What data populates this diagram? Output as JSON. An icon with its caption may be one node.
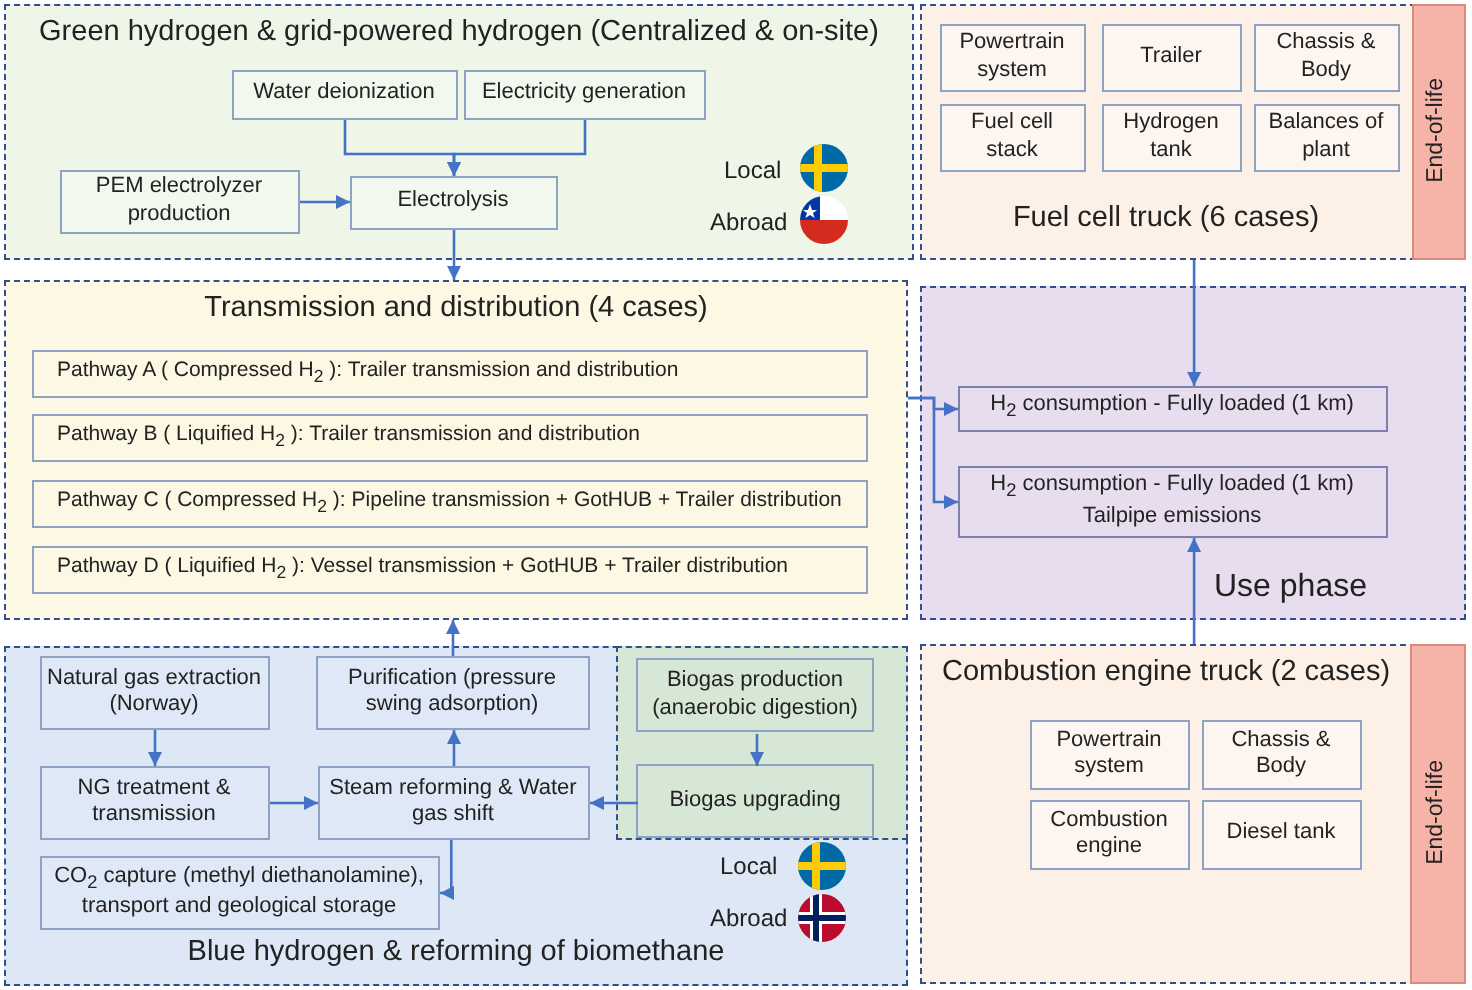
{
  "diagram": {
    "nodes": [
      {
        "text": [
          "Green hydrogen & grid-powered hydrogen (Centralized & on-site)"
        ]
      },
      {
        "text": [
          "Water deionization"
        ],
        "in": 0
      },
      {
        "text": [
          "Electricity generation"
        ],
        "in": 0
      },
      {
        "text": [
          "PEM electrolyzer production"
        ],
        "in": 0
      },
      {
        "text": [
          "Electrolysis"
        ],
        "in": 0
      },
      {
        "text": [
          "Fuel cell truck (6 cases)"
        ]
      },
      {
        "text": [
          "Powertrain system"
        ],
        "in": 5
      },
      {
        "text": [
          "Trailer"
        ],
        "in": 5
      },
      {
        "text": [
          "Chassis & Body"
        ],
        "in": 5
      },
      {
        "text": [
          "Fuel cell stack"
        ],
        "in": 5
      },
      {
        "text": [
          "Hydrogen tank"
        ],
        "in": 5
      },
      {
        "text": [
          "Balances of plant"
        ],
        "in": 5
      },
      {
        "text": [
          "End-of-life"
        ],
        "in": 5
      },
      {
        "text": [
          "Transmission and distribution (4 cases)"
        ]
      },
      {
        "text": [
          "Pathway A ( Compressed H$_{2}$ ): Trailer transmission and distribution"
        ],
        "in": 13
      },
      {
        "text": [
          "Pathway B ( Liquified H$_{2}$ ): Trailer transmission and distribution"
        ],
        "in": 13
      },
      {
        "text": [
          "Pathway C ( Compressed H$_{2}$ ): Pipeline transmission + GotHUB + Trailer distribution"
        ],
        "in": 13
      },
      {
        "text": [
          "Pathway D ( Liquified H$_{2}$ ): Vessel transmission + GotHUB + Trailer distribution"
        ],
        "in": 13
      },
      {
        "text": [
          "Use phase"
        ]
      },
      {
        "text": [
          "H$_{2}$ consumption - Fully loaded (1 km)"
        ],
        "in": 18
      },
      {
        "text": [
          "H$_{2}$ consumption - Fully loaded (1 km)",
          "Tailpipe emissions"
        ],
        "in": 18
      },
      {
        "text": [
          "Blue hydrogen & reforming of biomethane"
        ]
      },
      {
        "text": [
          "Natural gas extraction (Norway)"
        ],
        "in": 21
      },
      {
        "text": [
          "Purification (pressure swing adsorption)"
        ],
        "in": 21
      },
      {
        "text": [],
        "shape": "box",
        "in": 21
      },
      {
        "text": [
          "Biogas production (anaerobic digestion)"
        ],
        "in": 24
      },
      {
        "text": [
          "Biogas upgrading"
        ],
        "in": 24
      },
      {
        "text": [
          "NG treatment & transmission"
        ],
        "in": 21
      },
      {
        "text": [
          "Steam reforming & Water gas shift"
        ],
        "in": 21
      },
      {
        "text": [
          "CO$_{2}$ capture (methyl diethanolamine), transport and geological storage"
        ],
        "in": 21
      },
      {
        "text": [
          "Combustion engine truck (2 cases)"
        ]
      },
      {
        "text": [
          "Powertrain system"
        ],
        "in": 30
      },
      {
        "text": [
          "Chassis & Body"
        ],
        "in": 30
      },
      {
        "text": [
          "Combustion engine"
        ],
        "in": 30
      },
      {
        "text": [
          "Diesel tank"
        ],
        "in": 30
      },
      {
        "text": [
          "End-of-life"
        ],
        "in": 30
      }
    ],
    "edges": [
      {
        "from": 1,
        "to": 4,
        "arrow": "to"
      },
      {
        "from": 2,
        "to": 4,
        "arrow": "to"
      },
      {
        "from": 3,
        "to": 4,
        "arrow": "to"
      },
      {
        "from": 4,
        "to": 13,
        "arrow": "to"
      },
      {
        "from": 13,
        "to": 19,
        "arrow": "to"
      },
      {
        "from": 13,
        "to": 20,
        "arrow": "to"
      },
      {
        "from": 5,
        "to": 19,
        "arrow": "to"
      },
      {
        "from": 30,
        "to": 20,
        "arrow": "to"
      },
      {
        "from": 23,
        "to": 13,
        "arrow": "to"
      },
      {
        "from": 22,
        "to": 27,
        "arrow": "to"
      },
      {
        "from": 27,
        "to": 28,
        "arrow": "to"
      },
      {
        "from": 25,
        "to": 26,
        "arrow": "to"
      },
      {
        "from": 26,
        "to": 28,
        "arrow": "to"
      },
      {
        "from": 28,
        "to": 23,
        "arrow": "to"
      },
      {
        "from": 28,
        "to": 29,
        "arrow": "to"
      }
    ],
    "labels": [
      "Local",
      "Abroad",
      "Local",
      "Abroad"
    ]
  }
}
